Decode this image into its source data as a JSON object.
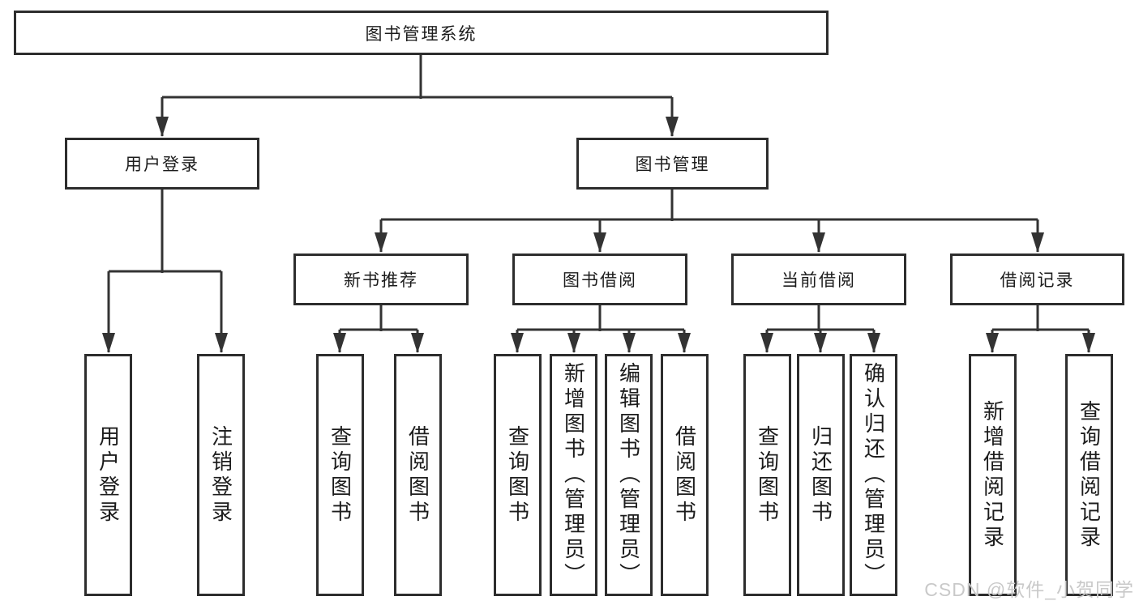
{
  "watermark": "CSDN @软件_小贺同学",
  "colors": {
    "line": "#333333",
    "box_border": "#2d2d2d",
    "box_fill": "#ffffff",
    "text": "#1c1c1c",
    "watermark": "#c9c9c9"
  },
  "tree": {
    "root": "图书管理系统",
    "branches": [
      {
        "label": "用户登录",
        "children": [
          "用户登录",
          "注销登录"
        ]
      },
      {
        "label": "图书管理",
        "groups": [
          {
            "label": "新书推荐",
            "children": [
              "查询图书",
              "借阅图书"
            ]
          },
          {
            "label": "图书借阅",
            "children": [
              "查询图书",
              "新增图书（管理员）",
              "编辑图书（管理员）",
              "借阅图书"
            ]
          },
          {
            "label": "当前借阅",
            "children": [
              "查询图书",
              "归还图书",
              "确认归还（管理员）"
            ]
          },
          {
            "label": "借阅记录",
            "children": [
              "新增借阅记录",
              "查询借阅记录"
            ]
          }
        ]
      }
    ]
  }
}
